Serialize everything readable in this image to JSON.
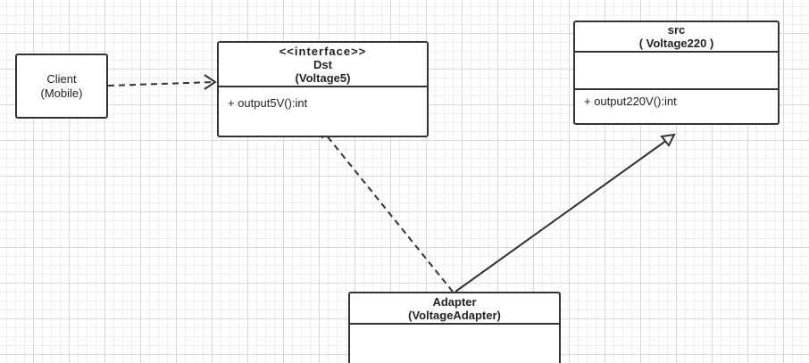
{
  "diagram": {
    "client": {
      "line1": "Client",
      "line2": "(Mobile)"
    },
    "dst": {
      "stereotype": "<<interface>>",
      "name": "Dst",
      "detail": "(Voltage5)",
      "method": "+ output5V():int"
    },
    "src": {
      "name": "src",
      "detail": "( Voltage220 )",
      "method": "+ output220V():int"
    },
    "adapter": {
      "name": "Adapter",
      "detail": "(VoltageAdapter)"
    },
    "relations": [
      {
        "from": "client",
        "to": "dst",
        "kind": "dependency"
      },
      {
        "from": "adapter",
        "to": "dst",
        "kind": "realization"
      },
      {
        "from": "adapter",
        "to": "src",
        "kind": "association"
      }
    ]
  }
}
